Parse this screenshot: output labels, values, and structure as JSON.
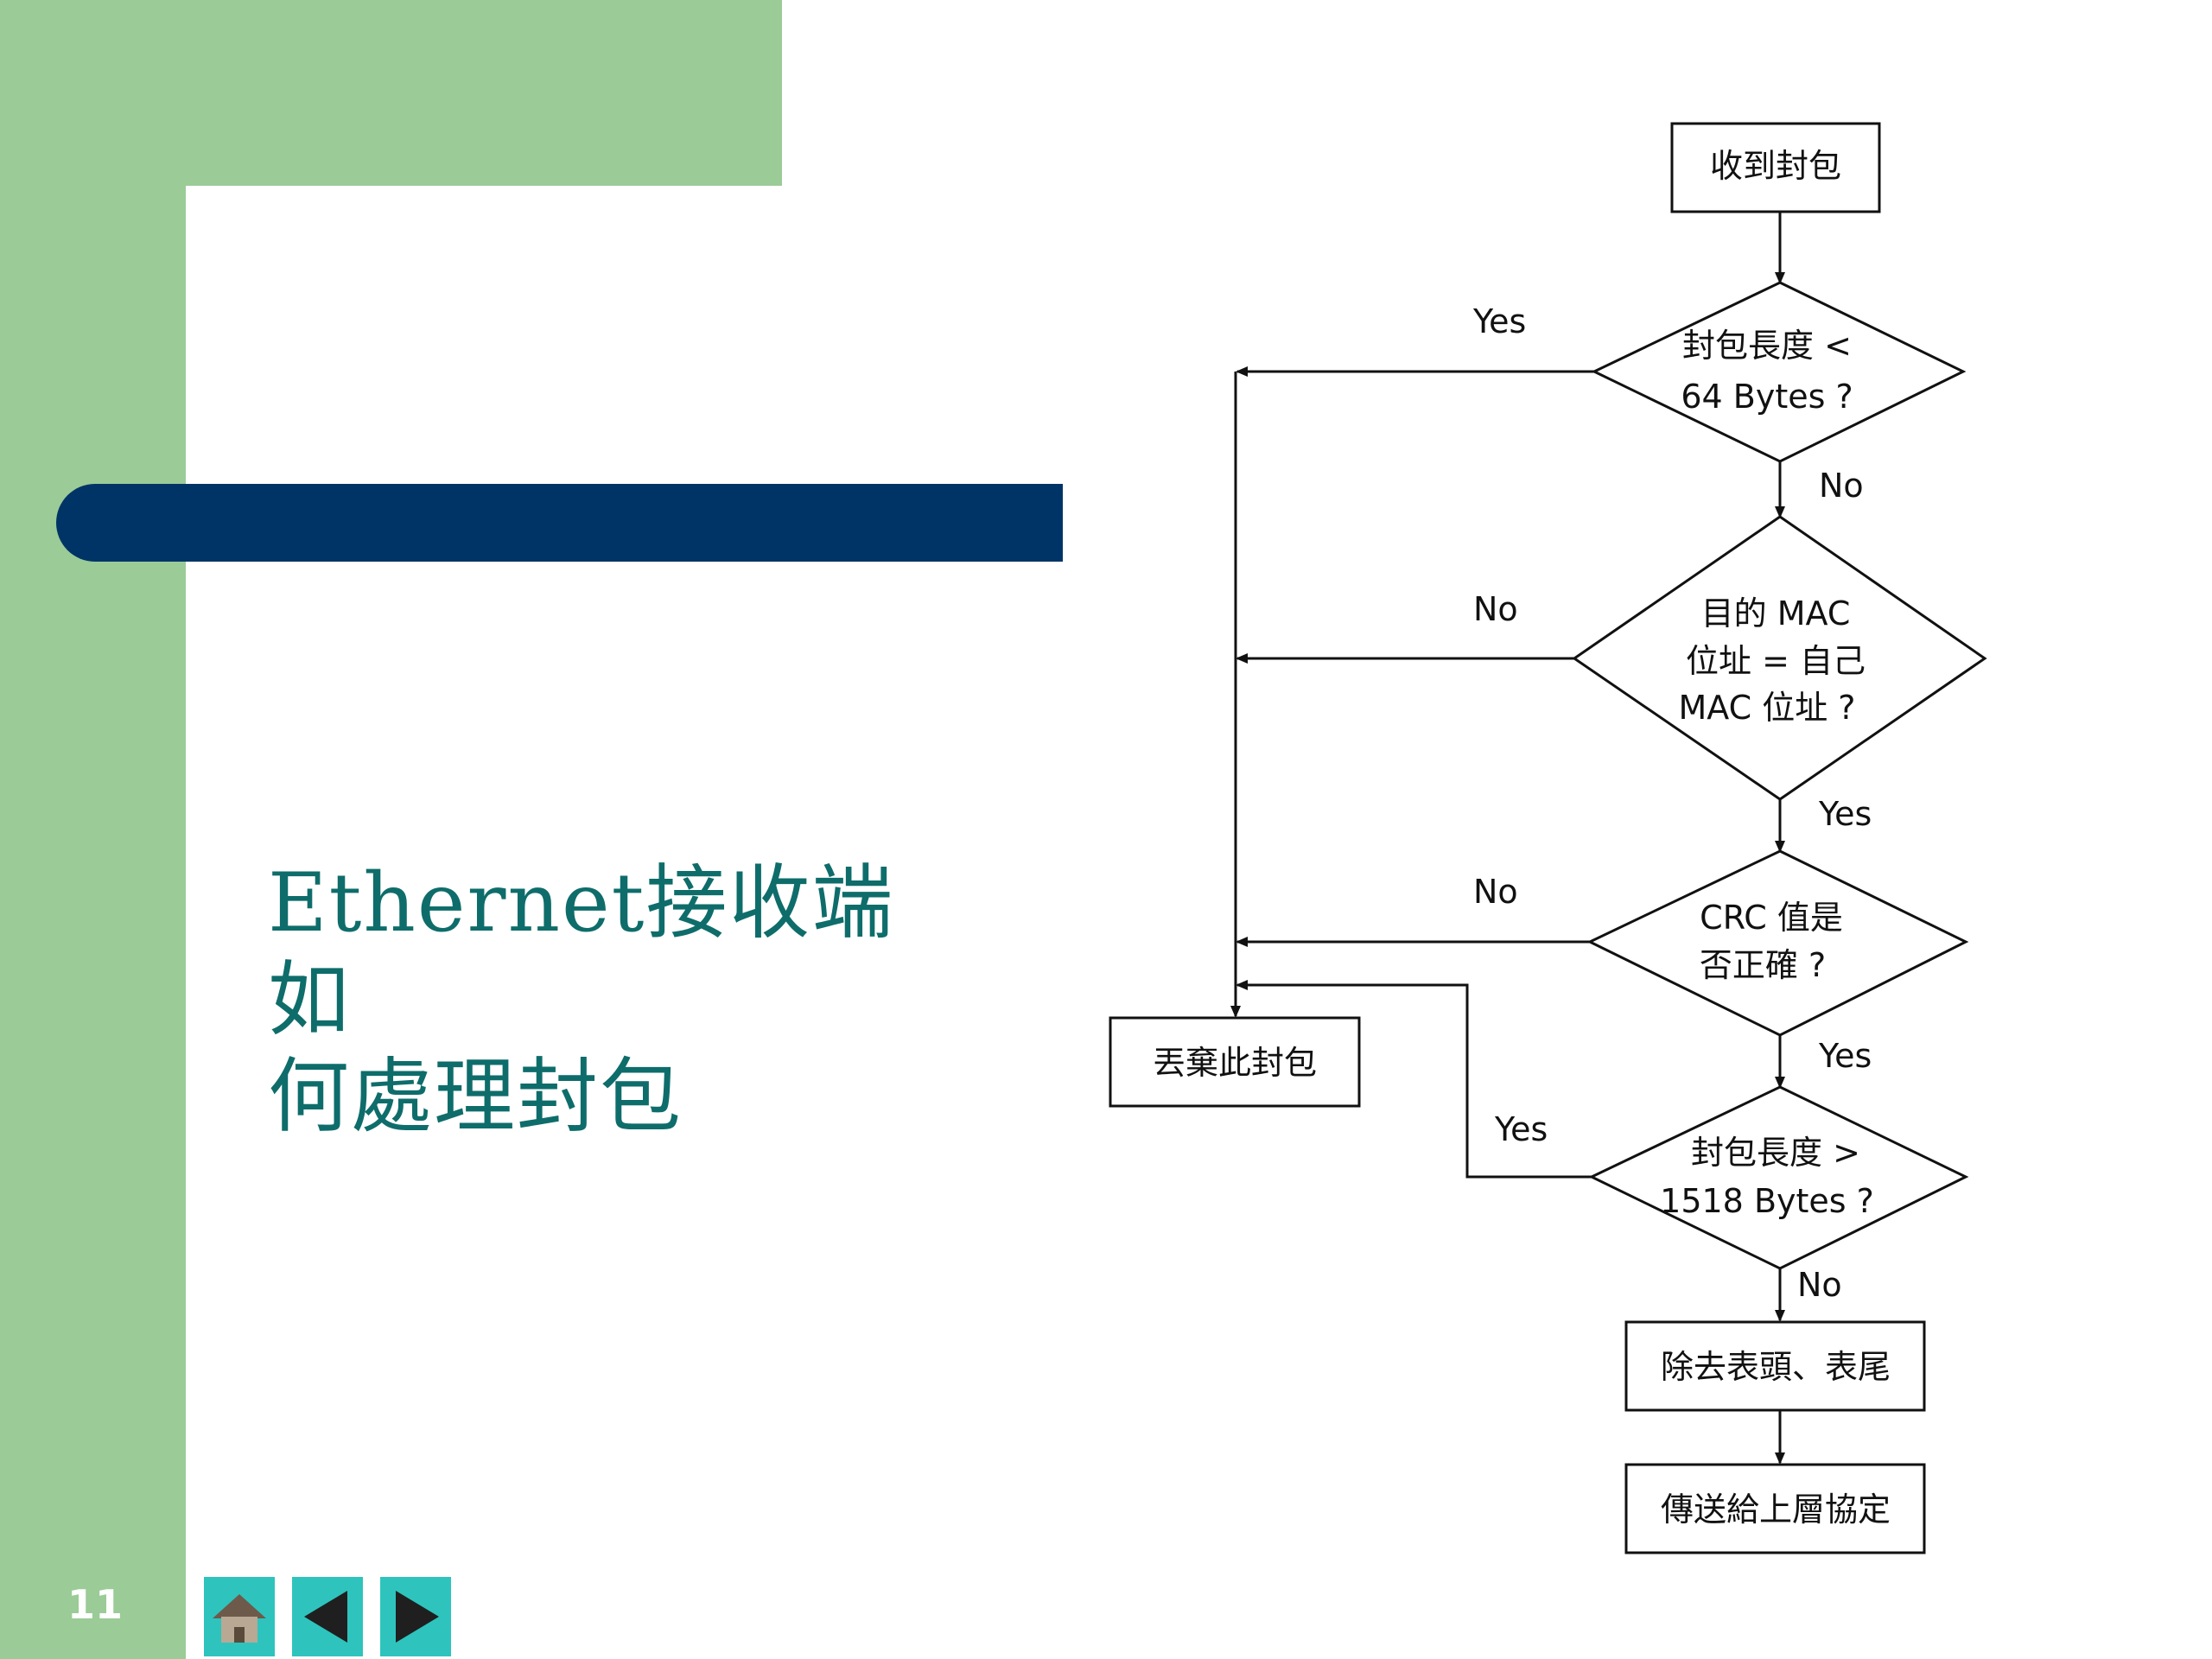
{
  "slide": {
    "title_line1": "Ethernet接收端如",
    "title_line2": "何處理封包",
    "page_number": "11",
    "accent_colors": {
      "green": "#9bcb97",
      "navy": "#003466",
      "teal_text": "#0e6d6b",
      "nav_buttons": "#2ec4bd"
    }
  },
  "nav": {
    "home_icon": "home-icon",
    "prev_icon": "triangle-left-icon",
    "next_icon": "triangle-right-icon"
  },
  "flowchart": {
    "start": "收到封包",
    "check_min_length": {
      "line1": "封包長度 <",
      "line2": "64 Bytes ?"
    },
    "check_mac": {
      "line1": "目的 MAC",
      "line2": "位址 = 自己",
      "line3": "MAC 位址 ?"
    },
    "check_crc": {
      "line1": "CRC 值是",
      "line2": "否正確 ?"
    },
    "check_max_length": {
      "line1": "封包長度 >",
      "line2": "1518 Bytes ?"
    },
    "strip_header": "除去表頭、表尾",
    "pass_upper": "傳送給上層協定",
    "discard": "丟棄此封包",
    "labels": {
      "min_yes": "Yes",
      "min_no": "No",
      "mac_no": "No",
      "mac_yes": "Yes",
      "crc_no": "No",
      "crc_yes": "Yes",
      "max_yes": "Yes",
      "max_no": "No"
    }
  }
}
